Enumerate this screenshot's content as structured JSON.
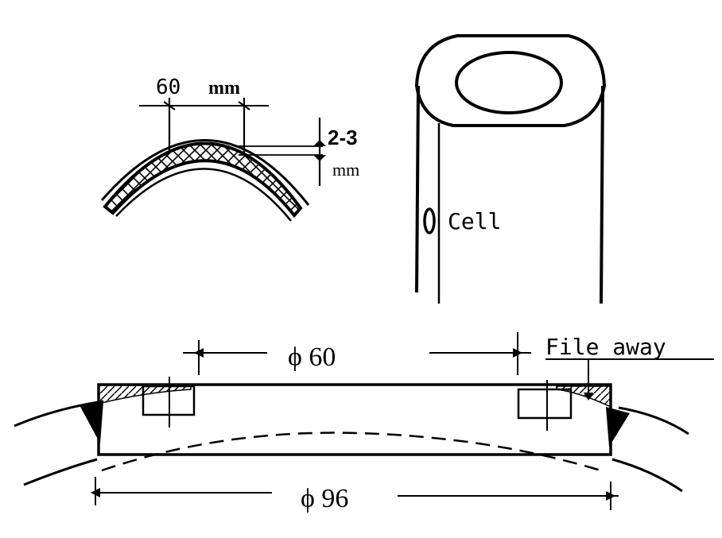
{
  "arc_detail": {
    "width_label": "60",
    "width_unit": "mm",
    "thickness_value": "2-3",
    "thickness_unit": "mm"
  },
  "tube": {
    "cell_label": "Cell"
  },
  "section": {
    "inner_dim_label": "ϕ 60",
    "outer_dim_label": "ϕ 96",
    "file_label": "File away"
  },
  "colors": {
    "ink": "#000000",
    "paper": "#ffffff"
  }
}
